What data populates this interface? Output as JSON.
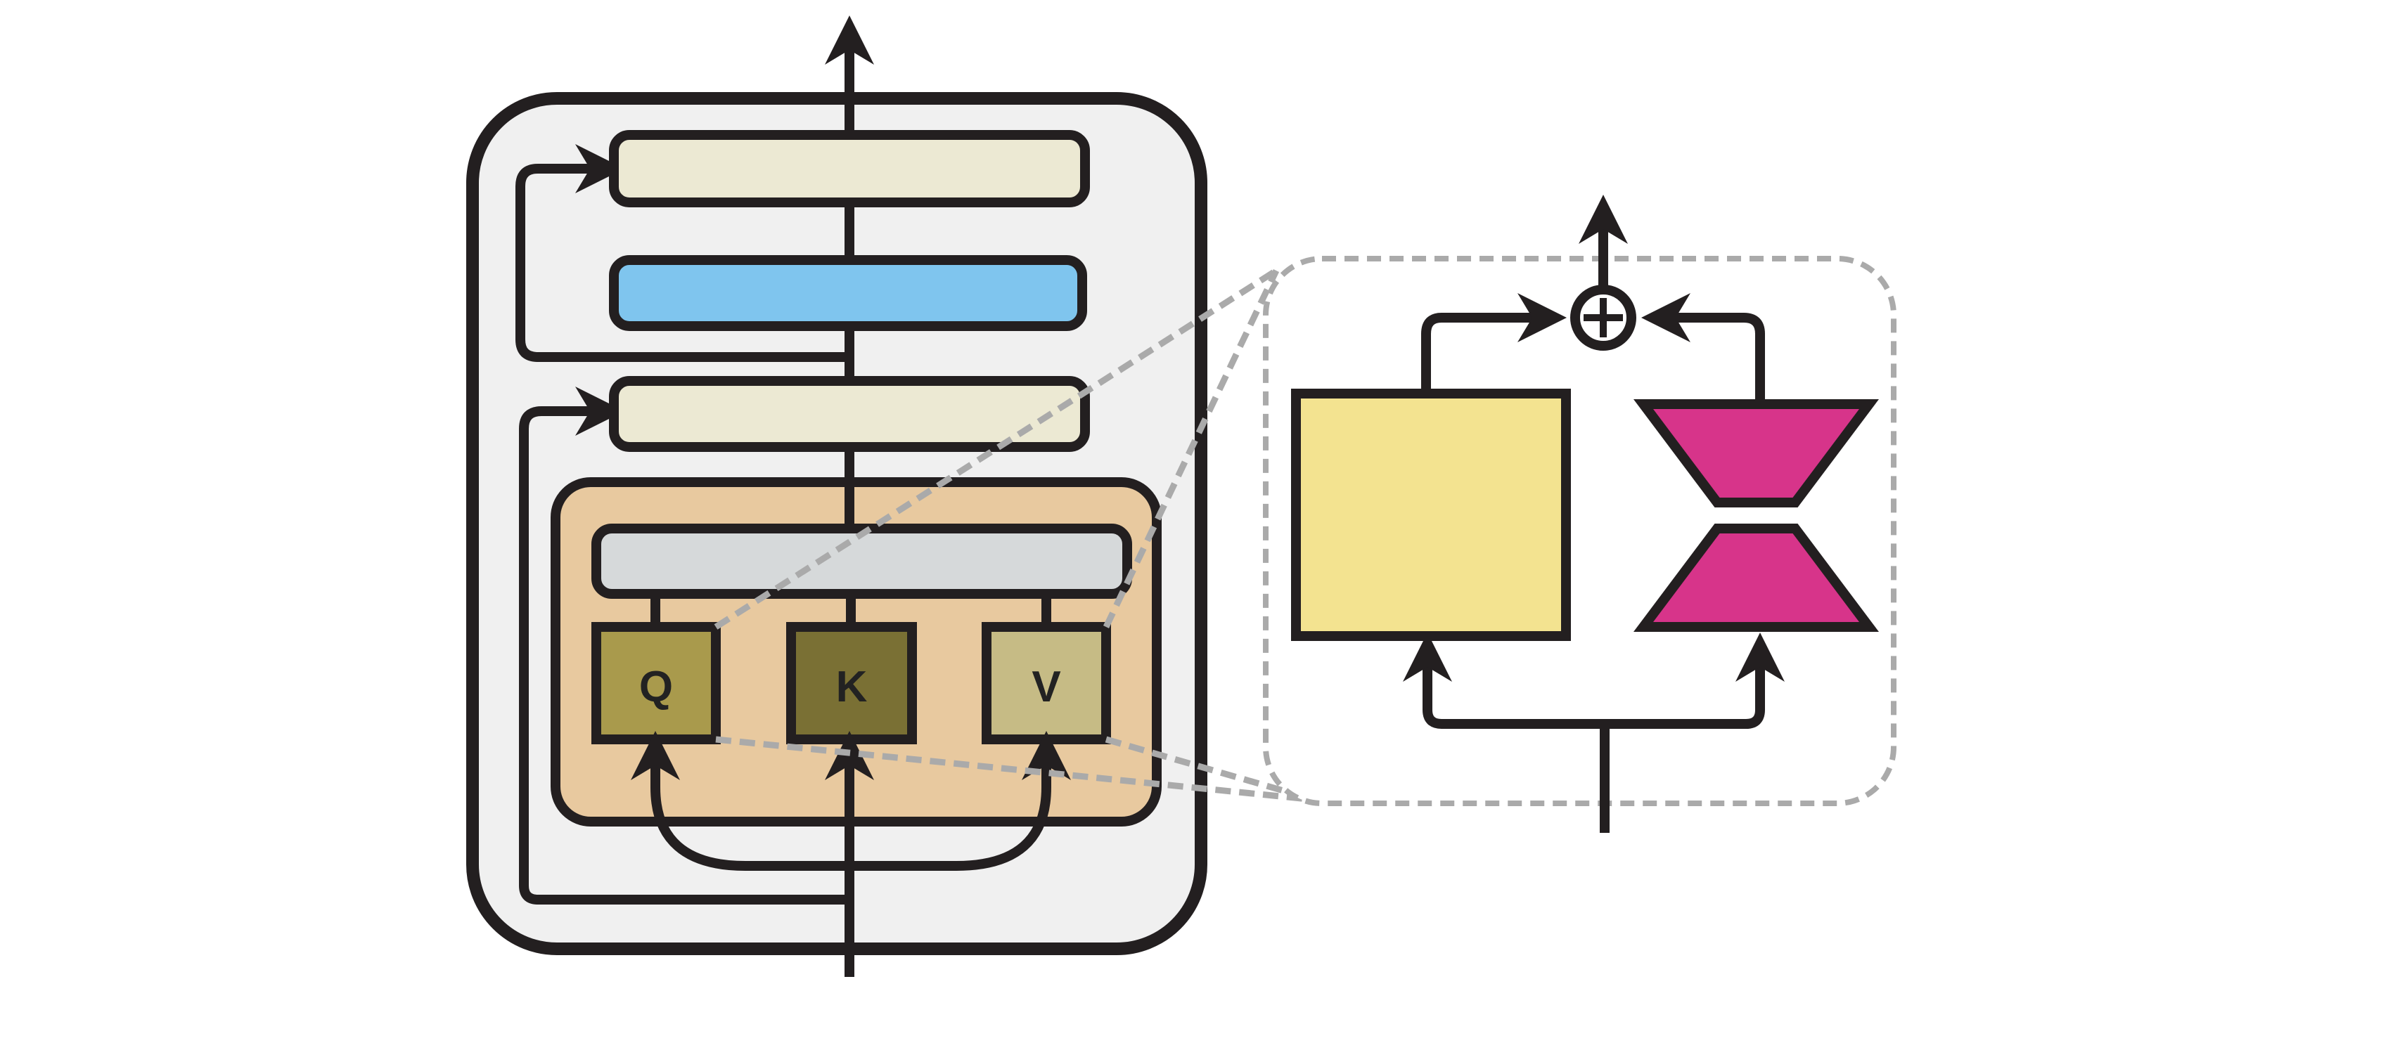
{
  "labels": {
    "q": "Q",
    "k": "K",
    "v": "V",
    "sum_symbol": "+"
  },
  "colors": {
    "stroke": "#231f20",
    "block_bg": "#f0f0f0",
    "norm_layer": "#ece9d3",
    "ffn_layer": "#7fc5ee",
    "attention_bg": "#e8c99f",
    "attention_out": "#d6d9da",
    "q_fill": "#a99a4c",
    "k_fill": "#7a7034",
    "v_fill": "#c6bb85",
    "frozen_weight": "#f3e390",
    "lora_adapter": "#d7348a",
    "dashed_zoom": "#aaaaaa"
  }
}
